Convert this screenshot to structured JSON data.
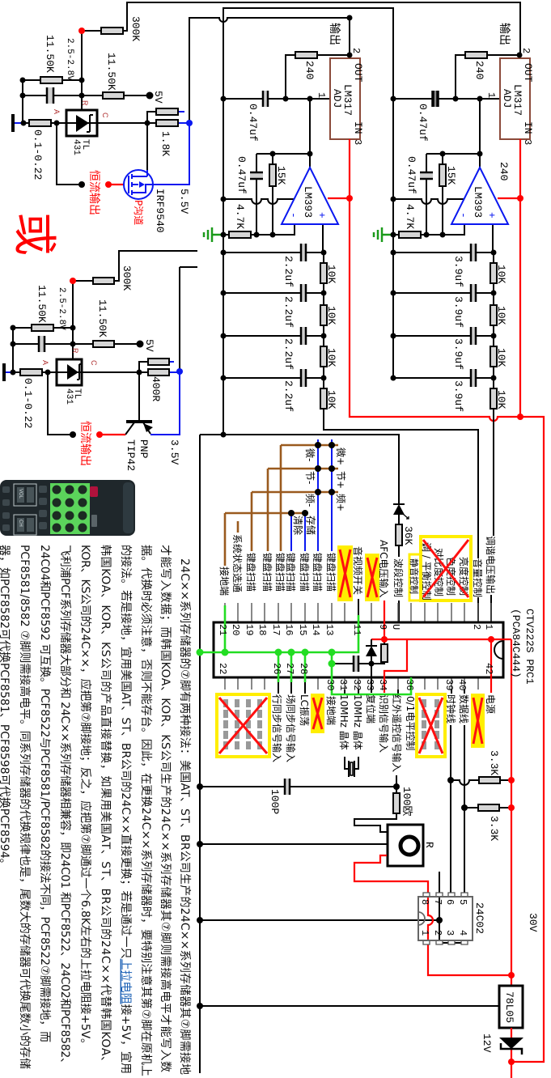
{
  "diagram": {
    "or_label": "或",
    "colors": {
      "wire": "#000000",
      "power_net": "#ff0000",
      "ground_net": "#22dd22",
      "keypad_row_lines": "#9a5a1e",
      "keypad_col_lines": "#0a18f0",
      "ground_symbol": "#1a9a1a",
      "crossed_out_box": "#ffee00",
      "cross_mark": "#ff1010",
      "link": "#1a5fb4"
    }
  },
  "current_sources": [
    {
      "r_top": "300K",
      "vref": "2.5-2.8V",
      "r_lower": "11.50K",
      "r_upper": "11.50K",
      "supply": "5V",
      "ref_ic_line1": "TL",
      "ref_ic_line2": "431",
      "pin_r": "R",
      "pin_c": "C",
      "pin_a": "A",
      "r_sense": "0.1-0.22",
      "r_bias": "1.8K",
      "output": "恒流输出",
      "device": "IRF9540",
      "device_type": "P沟道",
      "voltage": "5.5V"
    },
    {
      "r_top": "300K",
      "vref": "2.5-2.8V",
      "r_lower": "11.50K",
      "r_upper": "11.50K",
      "supply": "5V",
      "ref_ic_line1": "TL",
      "ref_ic_line2": "431",
      "pin_r": "R",
      "pin_c": "C",
      "pin_a": "A",
      "r_sense": "0.1-0.22",
      "r_bias": "400R",
      "output": "恒流输出",
      "device": "TIP42",
      "device_type": "PNP",
      "voltage": "3.5V"
    }
  ],
  "regulators": [
    {
      "output_label": "输出",
      "r_set": "240",
      "ic": "LM317",
      "pin_out": "2",
      "out": "OUT",
      "pin_adj": "1",
      "adj": "ADJ",
      "pin_in": "3",
      "in": "IN",
      "c_adj": "0.47uf",
      "c_fb": "0.47uf",
      "r_fb": "15K",
      "r_gnd": "4.7K",
      "comparator": "LM393",
      "inv": "-",
      "noninv": "+",
      "ladder_caps": [
        "2.2uf",
        "2.2uf",
        "2.2uf",
        "2.2uf"
      ],
      "ladder_res": [
        "10K",
        "10K",
        "10K",
        "10K"
      ]
    },
    {
      "output_label": "输出",
      "r_set": "240",
      "ic": "LM317",
      "pin_out": "2",
      "out": "OUT",
      "pin_adj": "1",
      "adj": "ADJ",
      "pin_in": "3",
      "in": "IN",
      "c_adj": "0.47uf",
      "c_fb": "0.47uf",
      "r_fb": "15K",
      "r_gnd": "4.7K",
      "comparator": "LM393",
      "inv": "-",
      "noninv": "+",
      "extra_label": "240",
      "ladder_caps": [
        "3.9uf",
        "3.9uf",
        "3.9uf",
        "3.9uf"
      ],
      "ladder_res": [
        "10K",
        "10K",
        "10K",
        "10K"
      ]
    }
  ],
  "mcu": {
    "name": "CTV222S PRC1",
    "part_number": "(PCA84C444)",
    "top_pin_numbers": [
      "21",
      "20",
      "19",
      "18",
      "17",
      "16",
      "15",
      "14",
      "13",
      "11",
      "9",
      "U",
      "2",
      "1"
    ],
    "bottom_pin_numbers": [
      "22",
      "26",
      "27",
      "28",
      "30",
      "31",
      "32",
      "33",
      "34",
      "36",
      "39",
      "40",
      "42"
    ],
    "top_pin_labels": [
      "接地端",
      "系统状态选通",
      "键盘扫描",
      "键盘扫描",
      "键盘扫描",
      "键盘扫描",
      "键盘扫描",
      "键盘扫描",
      "键盘扫描",
      "音视频开关",
      "AFC电压输入",
      "波段控制",
      "音量控制",
      "调谐电压输出"
    ],
    "muting_label": "静音控制",
    "crossed_out_top": [
      "亮度控制",
      "色度控制",
      "对比度控制",
      "调 / 平衡控制"
    ],
    "bottom_pin_labels": [
      "行同步信号输入",
      "场同步信号输入",
      "LC振荡",
      "接地端",
      "10MHz 晶体",
      "10MHz 晶体",
      "复位端",
      "识别信号输入",
      "红外遥控信号输入",
      "0/1电平控制",
      "时钟线",
      "数据线",
      "电源"
    ]
  },
  "keypad": {
    "fine_plus": "微+",
    "band_plus": "节+",
    "freq_plus": "频+",
    "fine_minus": "微-",
    "band_minus": "节-",
    "freq_minus": "频-",
    "store": "存储",
    "clear": "清除"
  },
  "eeprom": {
    "name": "24C02",
    "top_pins": [
      "8",
      "7",
      "6",
      "5"
    ],
    "bottom_pins": [
      "1",
      "2",
      "3",
      "4"
    ]
  },
  "passives": {
    "pullup_1": "3.3K",
    "pullup_2": "3.3K",
    "series_resistor": "100欧",
    "potentiometer": "R",
    "sync_cap": "100P",
    "band_resistor": "36K",
    "regulator": "78L05",
    "zener": "12V",
    "supply": "30V"
  },
  "remote_control": {
    "vol_label": "VOL",
    "ch_label": "CH"
  },
  "notes": {
    "lines": [
      "24C××系列存储器的⑦脚有两种接法：美国AT、ST、BR公司生产的24C××系列存储器其⑦脚需接地",
      "才能写入数据；而韩国KOA、KOR、KS公司生产的24C××系列存储器其⑦脚则需接高电平才能写入数",
      "据。代换时必须注意，否则不能存台。因此，在更换24C××系列存储器时，要特别注意其第⑦脚在原机上",
      {
        "before": "的接法。若是接地，宜用美国AT、ST、BR公司的24C××直接更换；若是通过一只",
        "link": "上拉电阻",
        "after": "接+5V，宜用"
      },
      "韩国KOA、KOR、KS公司的产品直接替换，如果用美国AT、ST、BR公司的24C××代替韩国KOA、",
      "KOR、KS公司的24C××，应把第⑦脚接地；反之，应把第⑦脚通过一个6.8K左右的上拉电阻接+5V。",
      "飞利浦PCF系列存储器大部分和 24C××系列存储器相兼容，即24C01 和PCF8522、24C02和PCF8582、",
      "24C04和PCF8592 可互换。PCF8522与PCF8581/PCF8582的接法不同，PCF8522⑦脚需接地，而",
      "PCF8581/8582 ⑦脚则需接高电平。同系列存储器的代换规律也是，尾数大的存储器可代换尾数小的存储",
      "器，如PCF8582可代换PCF8581、PCF8598可代换PCF8594。"
    ]
  }
}
